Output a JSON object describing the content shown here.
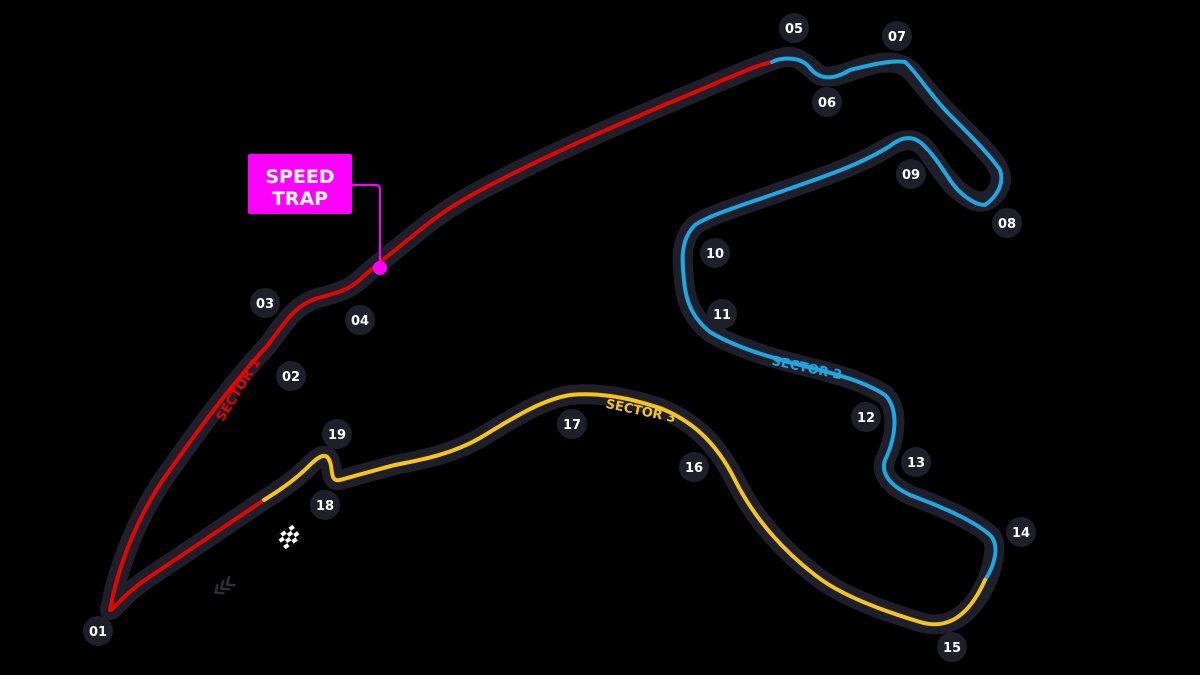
{
  "colors": {
    "background": "#000000",
    "track_outline": "#1f1f2b",
    "sector_1": "#e10600",
    "sector_2": "#1ea7e1",
    "sector_3": "#f5c518",
    "speed_trap": "#ff00ff",
    "turn_badge": "#1f1f2b",
    "text": "#ffffff"
  },
  "speed_trap": {
    "line1": "SPEED",
    "line2": "TRAP"
  },
  "sectors": [
    {
      "label": "SECTOR 1",
      "color_key": "sector_1"
    },
    {
      "label": "SECTOR 2",
      "color_key": "sector_2"
    },
    {
      "label": "SECTOR 3",
      "color_key": "sector_3"
    }
  ],
  "turns": [
    "01",
    "02",
    "03",
    "04",
    "05",
    "06",
    "07",
    "08",
    "09",
    "10",
    "11",
    "12",
    "13",
    "14",
    "15",
    "16",
    "17",
    "18",
    "19"
  ],
  "icons": {
    "start_finish": "checkered-flag-icon",
    "direction": "direction-chevron-icon"
  }
}
